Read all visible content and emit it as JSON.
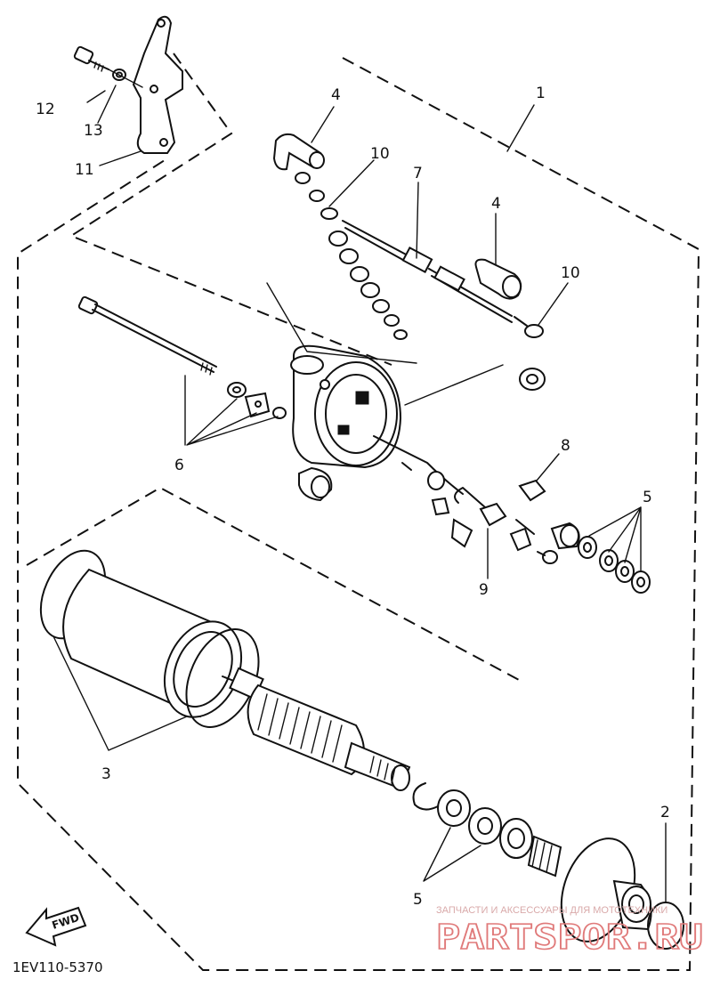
{
  "diagram": {
    "callouts": [
      {
        "id": "c1",
        "label": "1"
      },
      {
        "id": "c2",
        "label": "2"
      },
      {
        "id": "c3",
        "label": "3"
      },
      {
        "id": "c4a",
        "label": "4"
      },
      {
        "id": "c4b",
        "label": "4"
      },
      {
        "id": "c5a",
        "label": "5"
      },
      {
        "id": "c5b",
        "label": "5"
      },
      {
        "id": "c6",
        "label": "6"
      },
      {
        "id": "c7",
        "label": "7"
      },
      {
        "id": "c8",
        "label": "8"
      },
      {
        "id": "c9",
        "label": "9"
      },
      {
        "id": "c10a",
        "label": "10"
      },
      {
        "id": "c10b",
        "label": "10"
      },
      {
        "id": "c11",
        "label": "11"
      },
      {
        "id": "c12",
        "label": "12"
      },
      {
        "id": "c13",
        "label": "13"
      }
    ],
    "figure_code": "1EV110-5370",
    "fwd_label": "FWD"
  },
  "watermark": {
    "line1": "ЗАПЧАСТИ И АКСЕССУАРЫ ДЛЯ МОТОТЕХНИКИ",
    "line2": "PARTSPOR.RU"
  },
  "colors": {
    "ink": "#111111",
    "watermark_text": "#d9a9a9",
    "watermark_logo": "#e07a7a"
  }
}
